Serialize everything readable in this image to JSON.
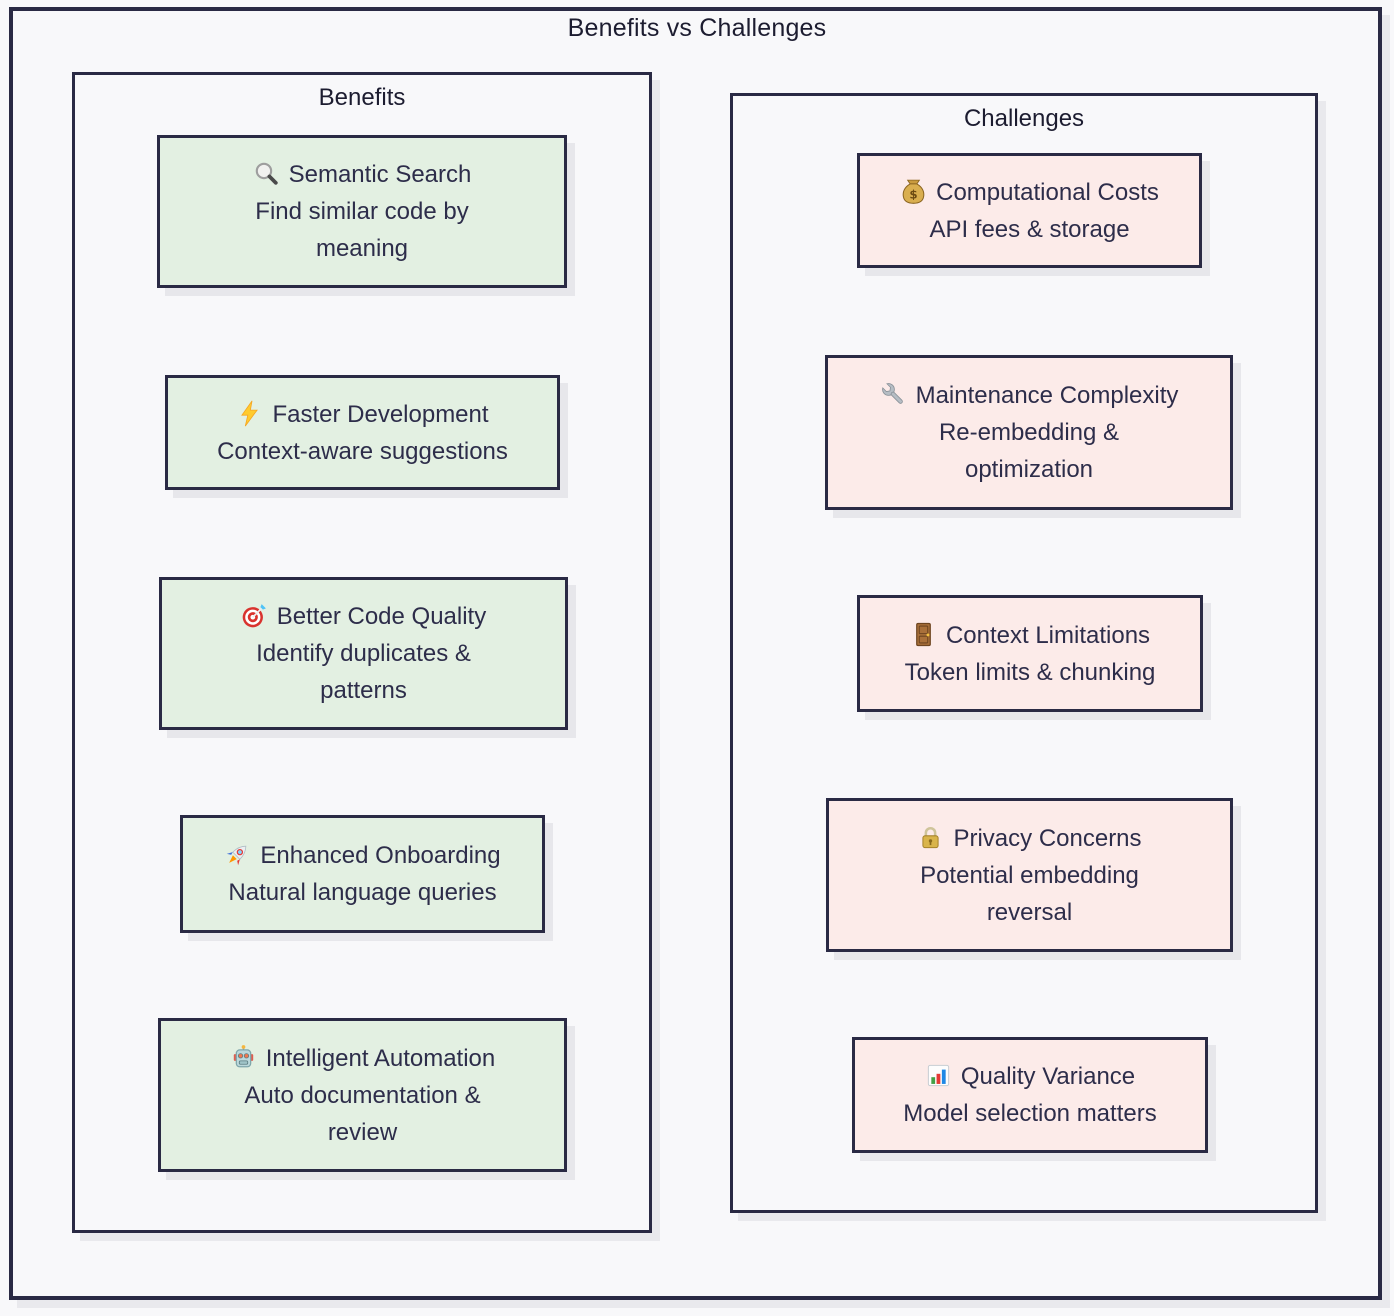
{
  "diagram_title": "Benefits vs Challenges",
  "colors": {
    "benefit_fill": "#e3f0e2",
    "challenge_fill": "#fcebe9",
    "border": "#2a2a44",
    "background": "#f8f8fa",
    "text": "#2d2d4a"
  },
  "benefits": {
    "label": "Benefits",
    "items": [
      {
        "icon": "search-icon",
        "emoji": "🔍",
        "title": "Semantic Search",
        "lines": [
          "Find similar code by",
          "meaning"
        ]
      },
      {
        "icon": "lightning-icon",
        "emoji": "⚡",
        "title": "Faster Development",
        "lines": [
          "Context-aware suggestions"
        ]
      },
      {
        "icon": "target-icon",
        "emoji": "🎯",
        "title": "Better Code Quality",
        "lines": [
          "Identify duplicates &",
          "patterns"
        ]
      },
      {
        "icon": "rocket-icon",
        "emoji": "🚀",
        "title": "Enhanced Onboarding",
        "lines": [
          "Natural language queries"
        ]
      },
      {
        "icon": "robot-icon",
        "emoji": "🤖",
        "title": "Intelligent Automation",
        "lines": [
          "Auto documentation &",
          "review"
        ]
      }
    ]
  },
  "challenges": {
    "label": "Challenges",
    "items": [
      {
        "icon": "moneybag-icon",
        "emoji": "💰",
        "title": "Computational Costs",
        "lines": [
          "API fees & storage"
        ]
      },
      {
        "icon": "wrench-icon",
        "emoji": "🔧",
        "title": "Maintenance Complexity",
        "lines": [
          "Re-embedding &",
          "optimization"
        ]
      },
      {
        "icon": "door-icon",
        "emoji": "🚪",
        "title": "Context Limitations",
        "lines": [
          "Token limits & chunking"
        ]
      },
      {
        "icon": "lock-icon",
        "emoji": "🔒",
        "title": "Privacy Concerns",
        "lines": [
          "Potential embedding",
          "reversal"
        ]
      },
      {
        "icon": "chart-icon",
        "emoji": "📊",
        "title": "Quality Variance",
        "lines": [
          "Model selection matters"
        ]
      }
    ]
  }
}
